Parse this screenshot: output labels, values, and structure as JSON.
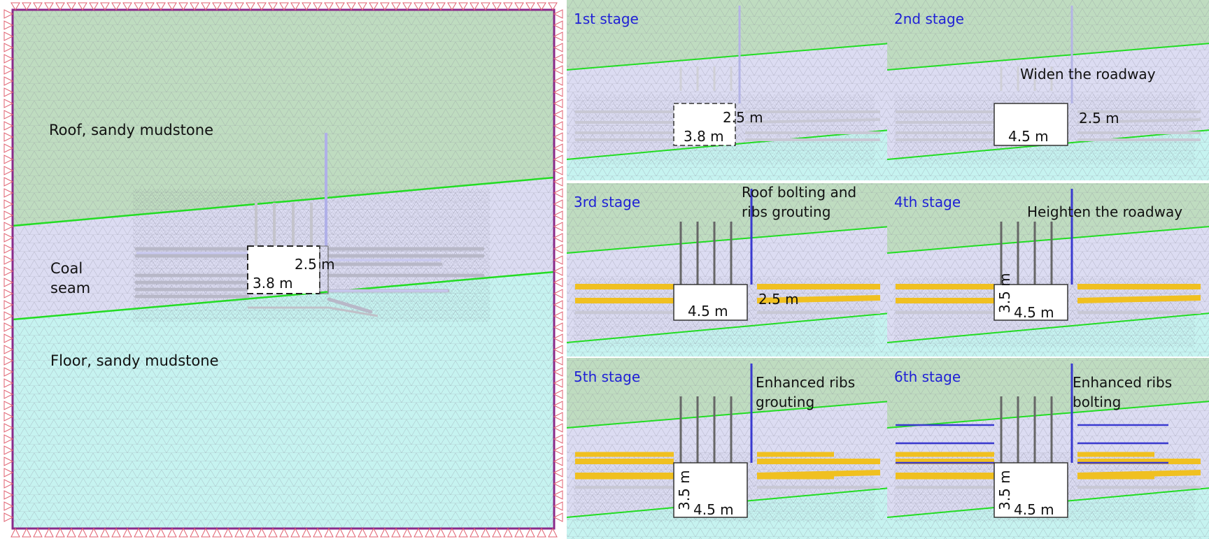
{
  "main_model": {
    "labels": {
      "roof": "Roof, sandy mudstone",
      "coal_line1": "Coal",
      "coal_line2": "seam",
      "floor": "Floor, sandy mudstone"
    },
    "dims": {
      "height": "2.5 m",
      "width": "3.8 m"
    }
  },
  "stages": [
    {
      "title": "1st stage",
      "caption": [],
      "dims": {
        "height": "2.5 m",
        "width": "3.8 m"
      }
    },
    {
      "title": "2nd stage",
      "caption": [
        "Widen the roadway"
      ],
      "dims": {
        "height": "2.5 m",
        "width": "4.5 m"
      }
    },
    {
      "title": "3rd stage",
      "caption": [
        "Roof bolting and",
        "ribs grouting"
      ],
      "dims": {
        "height": "2.5 m",
        "width": "4.5 m"
      }
    },
    {
      "title": "4th stage",
      "caption": [
        "Heighten the roadway"
      ],
      "dims": {
        "height": "3.5 m",
        "width": "4.5 m"
      }
    },
    {
      "title": "5th stage",
      "caption": [
        "Enhanced ribs",
        "grouting"
      ],
      "dims": {
        "height": "3.5 m",
        "width": "4.5 m"
      }
    },
    {
      "title": "6th stage",
      "caption": [
        "Enhanced ribs",
        "bolting"
      ],
      "dims": {
        "height": "3.5 m",
        "width": "4.5 m"
      }
    }
  ],
  "colors": {
    "roof": "#bfdcc0",
    "coal": "#dcdcf2",
    "floor": "#c6f3f0",
    "interface": "#22dd22",
    "grout": "#f0c020",
    "bolt": "#3a3ad0",
    "boundary": "#8a2a8a",
    "support": "#e06070",
    "stage_title": "#1f1fd6"
  }
}
